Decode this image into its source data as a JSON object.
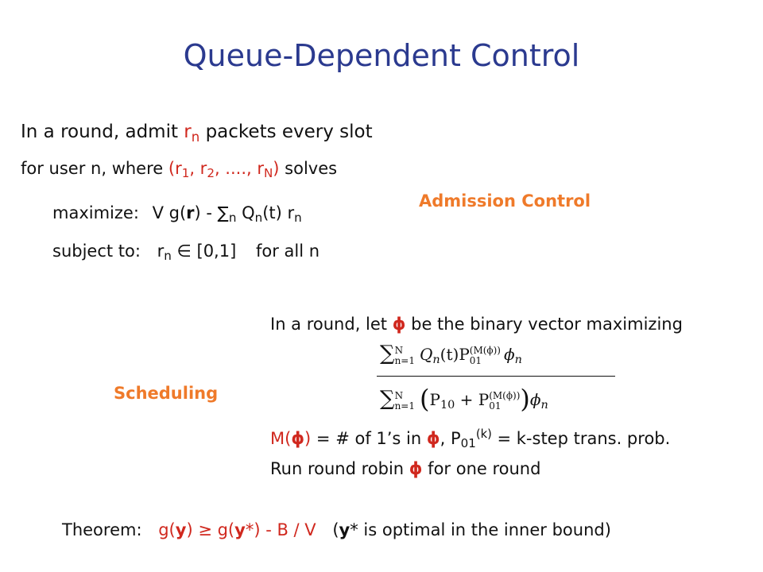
{
  "title": "Queue-Dependent Control",
  "admission": {
    "line1_pre": "In a round, admit ",
    "line1_var": "r",
    "line1_sub": "n",
    "line1_post": " packets every slot",
    "line2_pre": "for user n, where ",
    "line2_vec": "(r",
    "line2_s1": "1",
    "line2_c1": ", r",
    "line2_s2": "2",
    "line2_c2": ", ...., r",
    "line2_s3": "N",
    "line2_close": ")",
    "line2_post": " solves",
    "maximize_label": "maximize:",
    "maximize_expr_a": "V g(",
    "maximize_expr_r": "r",
    "maximize_expr_b": ") - ∑",
    "maximize_sub_n": "n",
    "maximize_expr_c": " Q",
    "maximize_sub_n2": "n",
    "maximize_expr_d": "(t) r",
    "maximize_sub_n3": "n",
    "subject_label": "subject to:",
    "subject_expr_a": "r",
    "subject_sub": "n",
    "subject_expr_b": " ∈ [0,1]",
    "subject_expr_c": "for all n",
    "label": "Admission Control"
  },
  "scheduling": {
    "label": "Scheduling",
    "intro_pre": "In a round, let ",
    "intro_phi": "ϕ",
    "intro_post": " be the binary vector maximizing",
    "num_sum": "∑",
    "num_sup": "N",
    "num_sub": "n=1",
    "num_body": "Q",
    "num_body_sub": "n",
    "num_body2": "(t)P",
    "num_p_sub": "01",
    "num_p_sup": "(M(ϕ))",
    "num_phi": "ϕ",
    "num_phi_sub": "n",
    "den_sum": "∑",
    "den_sup": "N",
    "den_sub": "n=1",
    "den_open": "(",
    "den_p10": "P",
    "den_p10_sub": "10",
    "den_plus": " + P",
    "den_p01_sub": "01",
    "den_p01_sup": "(M(ϕ))",
    "den_close": ")",
    "den_phi": "ϕ",
    "den_phi_sub": "n",
    "def_m": "M(",
    "def_phi": "ϕ",
    "def_mclose": ")",
    "def_mid": " = # of 1’s in ",
    "def_phi2": "ϕ",
    "def_p": ", P",
    "def_p_sub": "01",
    "def_p_sup": "(k)",
    "def_post": " = k-step trans. prob.",
    "rr_pre": "Run round robin ",
    "rr_phi": "ϕ",
    "rr_post": " for one round"
  },
  "theorem": {
    "label": "Theorem:",
    "expr_a": "g(",
    "expr_y": "y",
    "expr_b": ") ≥ g(",
    "expr_y2": "y",
    "expr_star": "*",
    "expr_c": ") - B / V",
    "note_open": "(",
    "note_y": "y",
    "note_star": "*",
    "note_post": " is optimal in the inner bound)"
  }
}
